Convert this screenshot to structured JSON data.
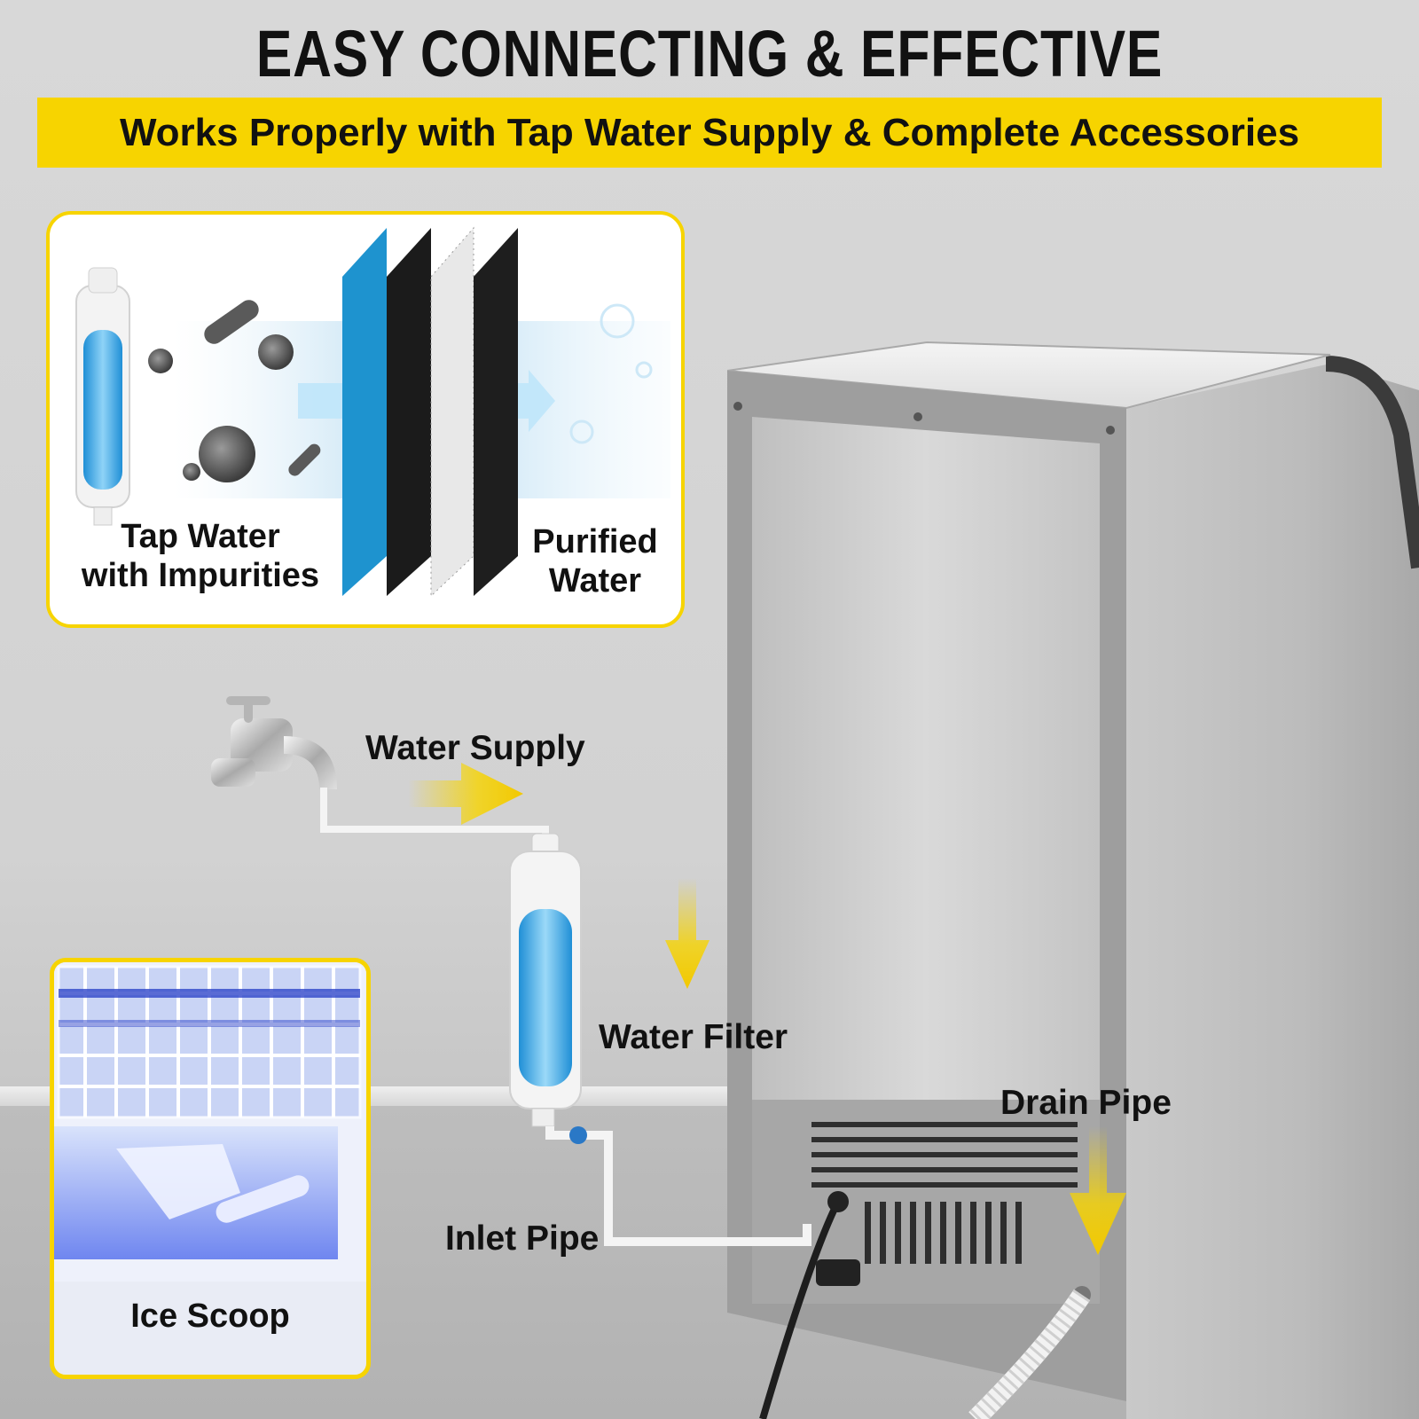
{
  "header": {
    "title": "EASY CONNECTING & EFFECTIVE FILTERING",
    "banner": "Works Properly with Tap Water Supply & Complete Accessories"
  },
  "filter_panel": {
    "left_label_line1": "Tap Water",
    "left_label_line2": "with Impurities",
    "right_label_line1": "Purified",
    "right_label_line2": "Water"
  },
  "diagram_labels": {
    "water_supply": "Water Supply",
    "water_filter": "Water Filter",
    "drain_pipe": "Drain Pipe",
    "inlet_pipe": "Inlet Pipe"
  },
  "ice_panel": {
    "label": "Ice Scoop"
  },
  "colors": {
    "accent_yellow": "#f7d400",
    "filter_blue": "#2aa6e0",
    "steel": "#cfcfcf"
  },
  "icons": [
    "faucet-icon",
    "water-filter-icon",
    "arrow-right-icon",
    "arrow-down-icon",
    "ice-scoop-icon"
  ]
}
